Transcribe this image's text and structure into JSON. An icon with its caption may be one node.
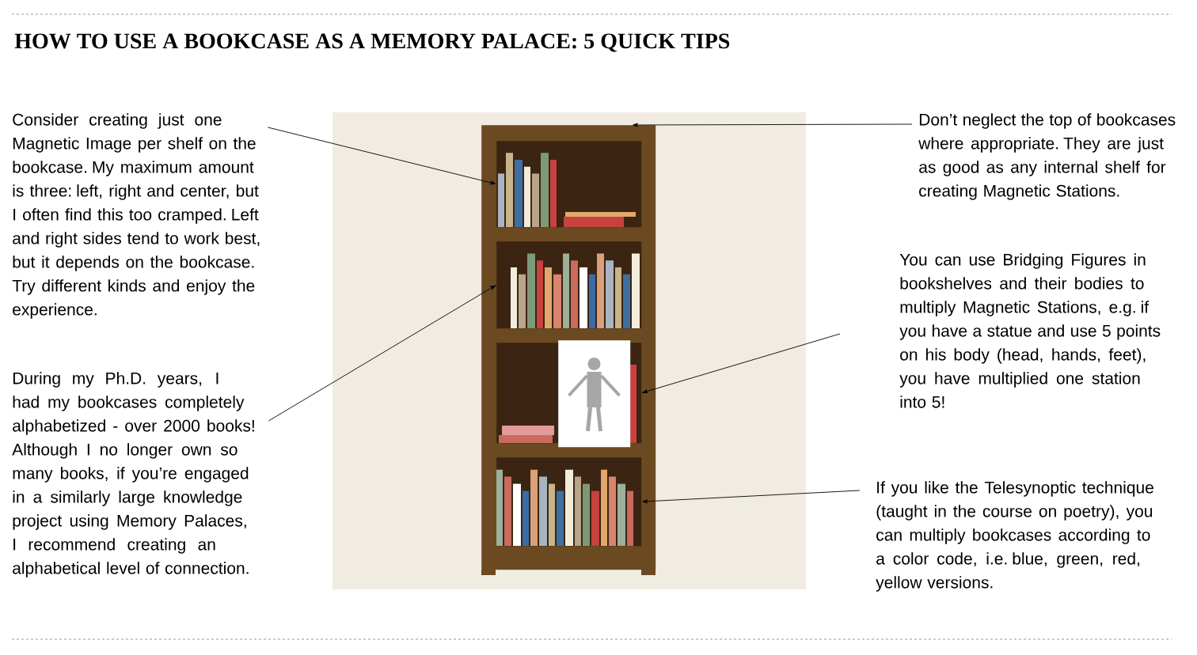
{
  "diagram": {
    "title": "HOW TO USE A BOOKCASE AS A MEMORY PALACE: 5 QUICK TIPS",
    "nodes": [
      {
        "text": [
          "Consider creating just one Magnetic Image per shelf on the bookcase. My maximum amount is three: left, right and center, but I often find this too cramped. Left and right sides tend to work best, but it depends on the bookcase. Try different kinds and enjoy the experience."
        ]
      },
      {
        "text": [
          "During my Ph.D. years, I had my bookcases completely alphabetized - over 2000 books! Although I no longer own so many books, if you’re engaged in a similarly large knowledge project using Memory Palaces, I recommend creating an alphabetical level of connection."
        ]
      },
      {
        "text": [
          "Don’t neglect the top of bookcases where appropriate. They are just as good as any internal shelf for creating Magnetic Stations."
        ]
      },
      {
        "text": [
          "You can use Bridging Figures in bookshelves and their bodies to multiply Magnetic Stations, e.g. if you have a statue and use 5 points on his body (head, hands, feet), you have multiplied one station into 5!"
        ]
      },
      {
        "text": [
          "If you like the Telesynoptic technique (taught in the course on poetry), you can multiply bookcases according to a color code, i.e. blue, green, red, yellow versions."
        ]
      },
      {
        "text": [],
        "shape": "box"
      },
      {
        "text": [],
        "shape": "box",
        "in": 5
      },
      {
        "text": [],
        "shape": "box",
        "in": 5
      },
      {
        "text": [],
        "shape": "box",
        "in": 5
      },
      {
        "text": [],
        "shape": "box",
        "in": 5
      },
      {
        "text": [],
        "shape": "picture",
        "in": 8
      }
    ],
    "edges": [
      {
        "from": 0,
        "to": 6,
        "arrow": "to"
      },
      {
        "from": 1,
        "to": 7,
        "arrow": "to"
      },
      {
        "from": 2,
        "to": 5,
        "arrow": "to"
      },
      {
        "from": 3,
        "to": 8,
        "arrow": "to"
      },
      {
        "from": 4,
        "to": 9,
        "arrow": "to"
      }
    ]
  }
}
